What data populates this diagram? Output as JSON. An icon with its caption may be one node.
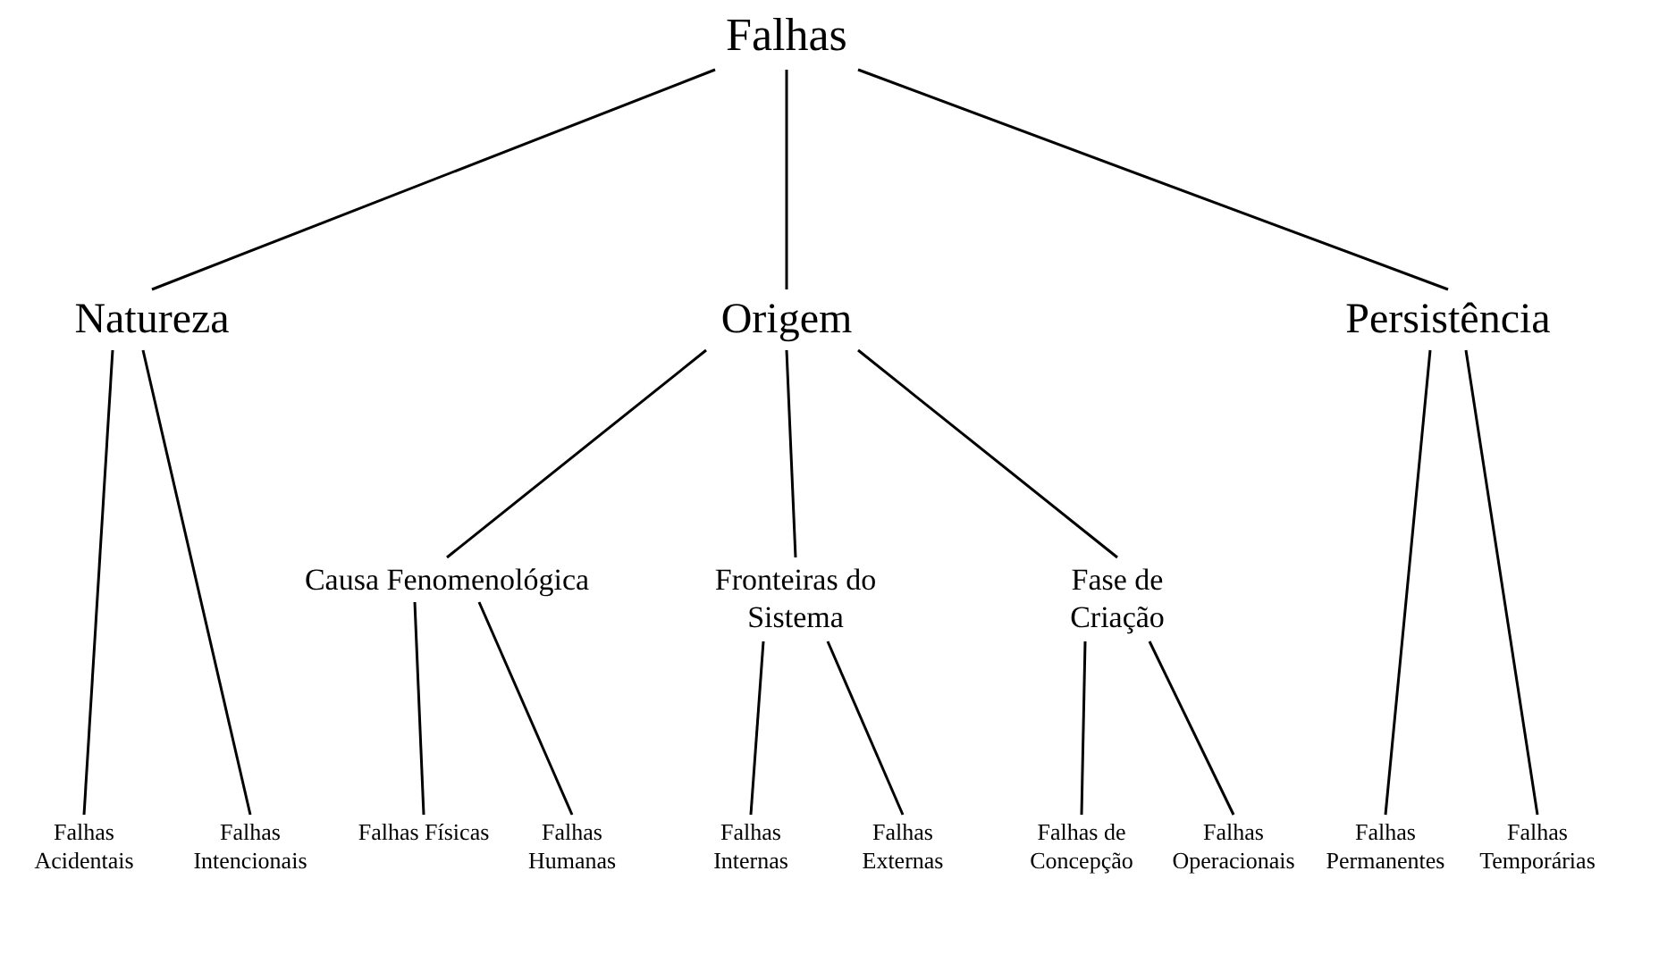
{
  "diagram": {
    "nodes": [
      {
        "text": [
          "Falhas"
        ]
      },
      {
        "text": [
          "Natureza"
        ]
      },
      {
        "text": [
          "Origem"
        ]
      },
      {
        "text": [
          "Persistência"
        ]
      },
      {
        "text": [
          "Causa Fenomenológica"
        ]
      },
      {
        "text": [
          "Fronteiras do Sistema"
        ]
      },
      {
        "text": [
          "Fase de Criação"
        ]
      },
      {
        "text": [
          "Falhas Acidentais"
        ]
      },
      {
        "text": [
          "Falhas Intencionais"
        ]
      },
      {
        "text": [
          "Falhas Físicas"
        ]
      },
      {
        "text": [
          "Falhas Humanas"
        ]
      },
      {
        "text": [
          "Falhas Internas"
        ]
      },
      {
        "text": [
          "Falhas Externas"
        ]
      },
      {
        "text": [
          "Falhas de Concepção"
        ]
      },
      {
        "text": [
          "Falhas Operacionais"
        ]
      },
      {
        "text": [
          "Falhas Permanentes"
        ]
      },
      {
        "text": [
          "Falhas Temporárias"
        ]
      }
    ],
    "edges": [
      {
        "from": 0,
        "to": 1,
        "arrow": "none"
      },
      {
        "from": 0,
        "to": 2,
        "arrow": "none"
      },
      {
        "from": 0,
        "to": 3,
        "arrow": "none"
      },
      {
        "from": 1,
        "to": 7,
        "arrow": "none"
      },
      {
        "from": 1,
        "to": 8,
        "arrow": "none"
      },
      {
        "from": 2,
        "to": 4,
        "arrow": "none"
      },
      {
        "from": 2,
        "to": 5,
        "arrow": "none"
      },
      {
        "from": 2,
        "to": 6,
        "arrow": "none"
      },
      {
        "from": 3,
        "to": 15,
        "arrow": "none"
      },
      {
        "from": 3,
        "to": 16,
        "arrow": "none"
      },
      {
        "from": 4,
        "to": 9,
        "arrow": "none"
      },
      {
        "from": 4,
        "to": 10,
        "arrow": "none"
      },
      {
        "from": 5,
        "to": 11,
        "arrow": "none"
      },
      {
        "from": 5,
        "to": 12,
        "arrow": "none"
      },
      {
        "from": 6,
        "to": 13,
        "arrow": "none"
      },
      {
        "from": 6,
        "to": 14,
        "arrow": "none"
      }
    ]
  }
}
